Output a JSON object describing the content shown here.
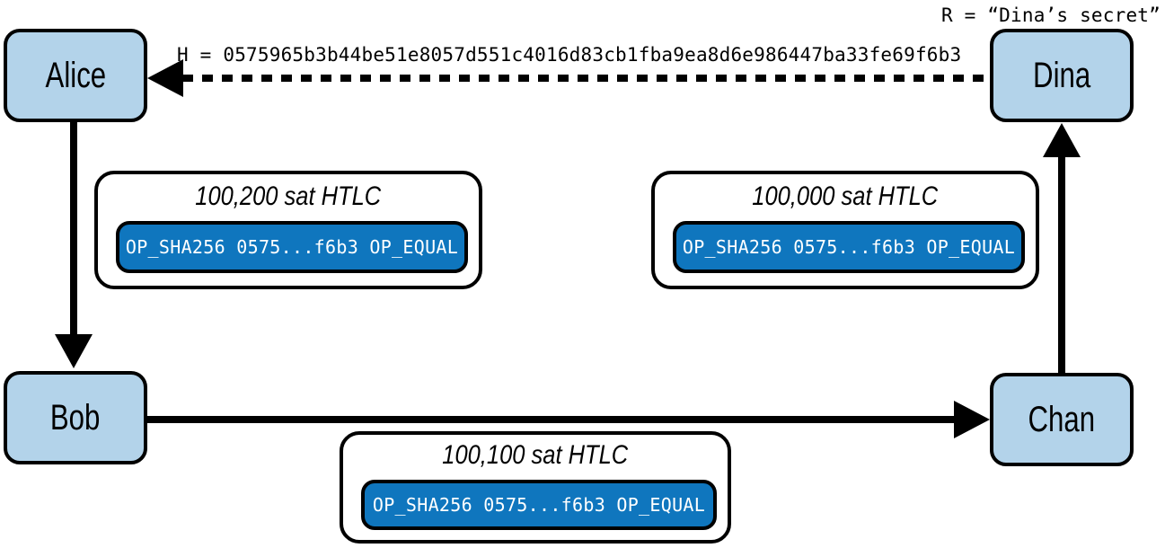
{
  "colors": {
    "background": "#ffffff",
    "node_fill": "#b3d3ea",
    "stroke": "#000000",
    "text": "#000000",
    "script_fill": "#0f76be",
    "script_text": "#ffffff"
  },
  "nodes": {
    "alice": {
      "label": "Alice"
    },
    "bob": {
      "label": "Bob"
    },
    "chan": {
      "label": "Chan"
    },
    "dina": {
      "label": "Dina"
    }
  },
  "notes": {
    "secret": "R = “Dina’s secret”"
  },
  "edges": {
    "dina_to_alice": {
      "from": "Dina",
      "to": "Alice",
      "style": "dashed",
      "label": "H = 0575965b3b44be51e8057d551c4016d83cb1fba9ea8d6e986447ba33fe69f6b3"
    },
    "alice_to_bob": {
      "from": "Alice",
      "to": "Bob",
      "style": "solid"
    },
    "bob_to_chan": {
      "from": "Bob",
      "to": "Chan",
      "style": "solid"
    },
    "chan_to_dina": {
      "from": "Chan",
      "to": "Dina",
      "style": "solid"
    }
  },
  "htlcs": {
    "alice_bob": {
      "amount": "100,200 sat HTLC",
      "script": "OP_SHA256 0575...f6b3 OP_EQUAL"
    },
    "chan_dina": {
      "amount": "100,000 sat HTLC",
      "script": "OP_SHA256 0575...f6b3 OP_EQUAL"
    },
    "bob_chan": {
      "amount": "100,100 sat HTLC",
      "script": "OP_SHA256 0575...f6b3 OP_EQUAL"
    }
  }
}
